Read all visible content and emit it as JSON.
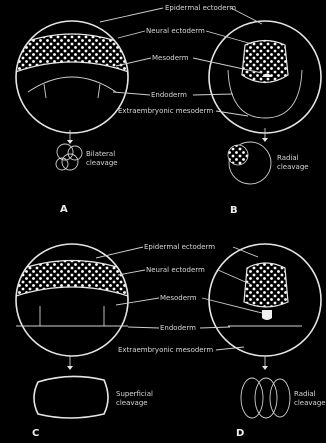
{
  "labels": {
    "ectoderm_external": "Epidermal ectoderm",
    "neural_ectoderm": "Neural ectoderm",
    "mesoderm": "Mesoderm",
    "endoderm": "Endoderm",
    "extraembryonic_mesoderm": "Extraembryonic mesoderm"
  },
  "panel_a": {
    "letter": "A",
    "caption_line1": "Bilateral",
    "caption_line2": "cleavage"
  },
  "panel_b": {
    "letter": "B",
    "caption_line1": "Radial",
    "caption_line2": "cleavage"
  },
  "panel_c": {
    "letter": "C",
    "caption_line1": "Superficial",
    "caption_line2": "cleavage"
  },
  "panel_d": {
    "letter": "D",
    "caption_line1": "Radial",
    "caption_line2": "cleavage"
  },
  "colors": {
    "background": "#000000",
    "line": "#e6e6e6",
    "text": "#d8d8d8"
  }
}
